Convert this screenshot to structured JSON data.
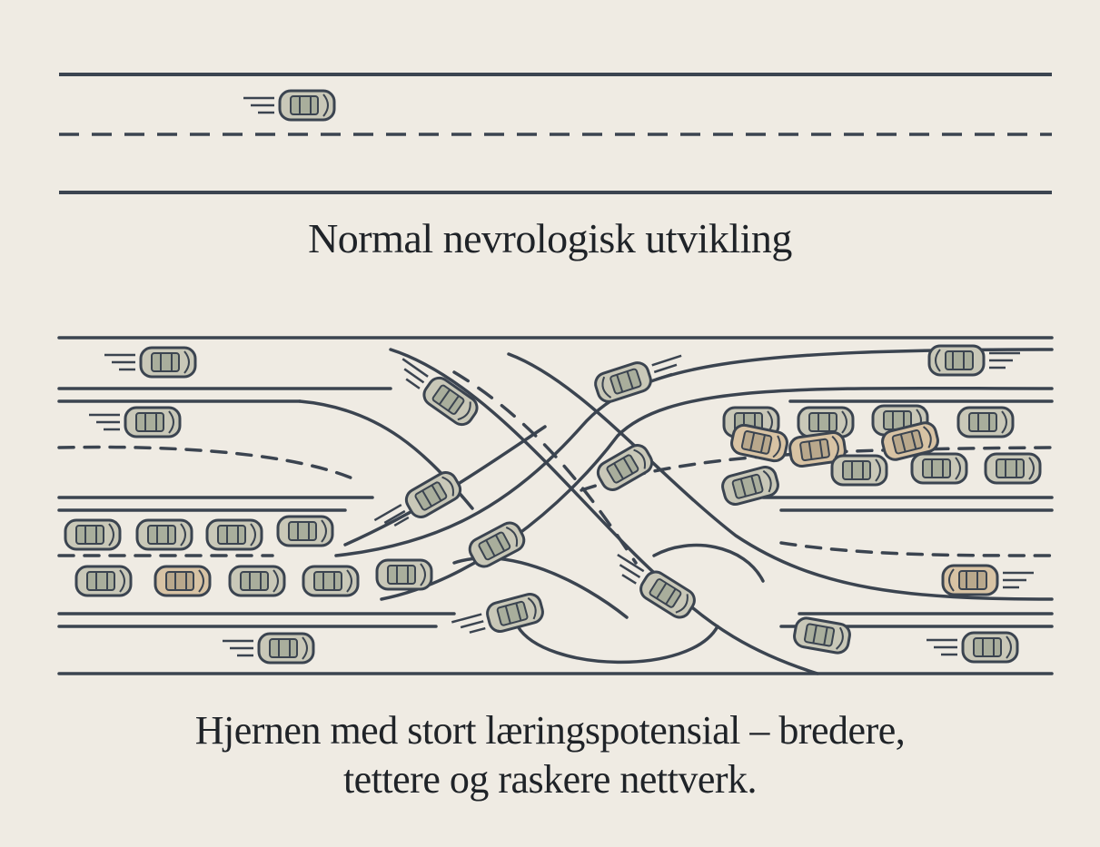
{
  "captions": {
    "top": "Normal nevrologisk utvikling",
    "bottom_line1": "Hjernen med stort læringspotensial – bredere,",
    "bottom_line2": "tettere og raskere nettverk."
  },
  "colors": {
    "background": "#efebe3",
    "road_line": "#3b4450",
    "road_fill": "#f3f0e9",
    "car_grey": "#c9c8b8",
    "car_tan": "#d8c3a4",
    "car_window": "#a9ae9c"
  },
  "icons": [
    "car-icon",
    "speed-lines-icon"
  ]
}
